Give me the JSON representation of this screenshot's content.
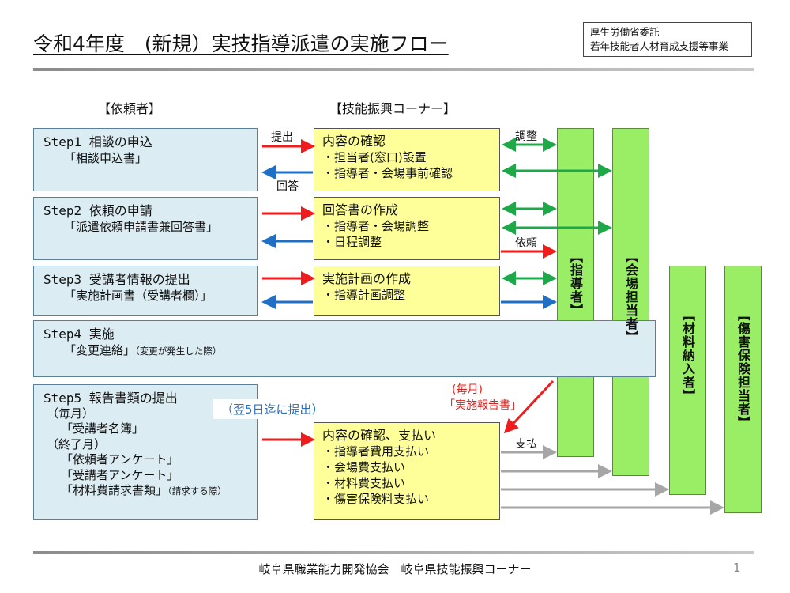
{
  "title": "令和4年度　(新規）実技指導派遣の実施フロー",
  "sponsor": [
    "厚生労働省委託",
    "若年技能者人材育成支援等事業"
  ],
  "columns": {
    "requester": "【依頼者】",
    "corner": "【技能振興コーナー】"
  },
  "steps": [
    {
      "title": "Step1 相談の申込",
      "lines": [
        "「相談申込書」"
      ]
    },
    {
      "title": "Step2 依頼の申請",
      "lines": [
        "「派遣依頼申請書兼回答書」"
      ]
    },
    {
      "title": "Step3 受講者情報の提出",
      "lines": [
        "「実施計画書（受講者欄）」"
      ]
    },
    {
      "title": "Step4 実施",
      "lines": [
        "「変更連絡」"
      ],
      "note": "（変更が発生した際）"
    },
    {
      "title": "Step5 報告書類の提出",
      "lines": [
        "（毎月）",
        "「受講者名簿」",
        "（終了月）",
        "「依頼者アンケート」",
        "「受講者アンケート」",
        "「材料費請求書類」"
      ],
      "note": "（請求する際）"
    }
  ],
  "corner_boxes": [
    {
      "heading": "内容の確認",
      "items": [
        "・担当者(窓口)設置",
        "・指導者・会場事前確認"
      ]
    },
    {
      "heading": "回答書の作成",
      "items": [
        "・指導者・会場調整",
        "・日程調整"
      ]
    },
    {
      "heading": "実施計画の作成",
      "items": [
        "・指導計画調整"
      ]
    },
    {
      "heading": "内容の確認、支払い",
      "items": [
        "・指導者費用支払い",
        "・会場費支払い",
        "・材料費支払い",
        "・傷害保険料支払い"
      ]
    }
  ],
  "roles": [
    "【指導者】",
    "【会場担当者】",
    "【材料納入者】",
    "【傷害保険担当者】"
  ],
  "arrow_labels": {
    "submit": "提出",
    "reply": "回答",
    "adjust": "調整",
    "request": "依頼",
    "pay": "支払",
    "deadline": "（翌5日迄に提出）",
    "monthly": "(毎月)",
    "report": "「実施報告書」"
  },
  "footer": "岐阜県職業能力開発協会　岐阜県技能振興コーナー",
  "page_number": "1",
  "colors": {
    "red": "#ee1c1c",
    "blue": "#1f6fc4",
    "green": "#1fa84a",
    "gray": "#a6a6a6",
    "step_bg": "#dcecf3",
    "box_bg": "#ffff99",
    "role_bg": "#99ee66"
  }
}
